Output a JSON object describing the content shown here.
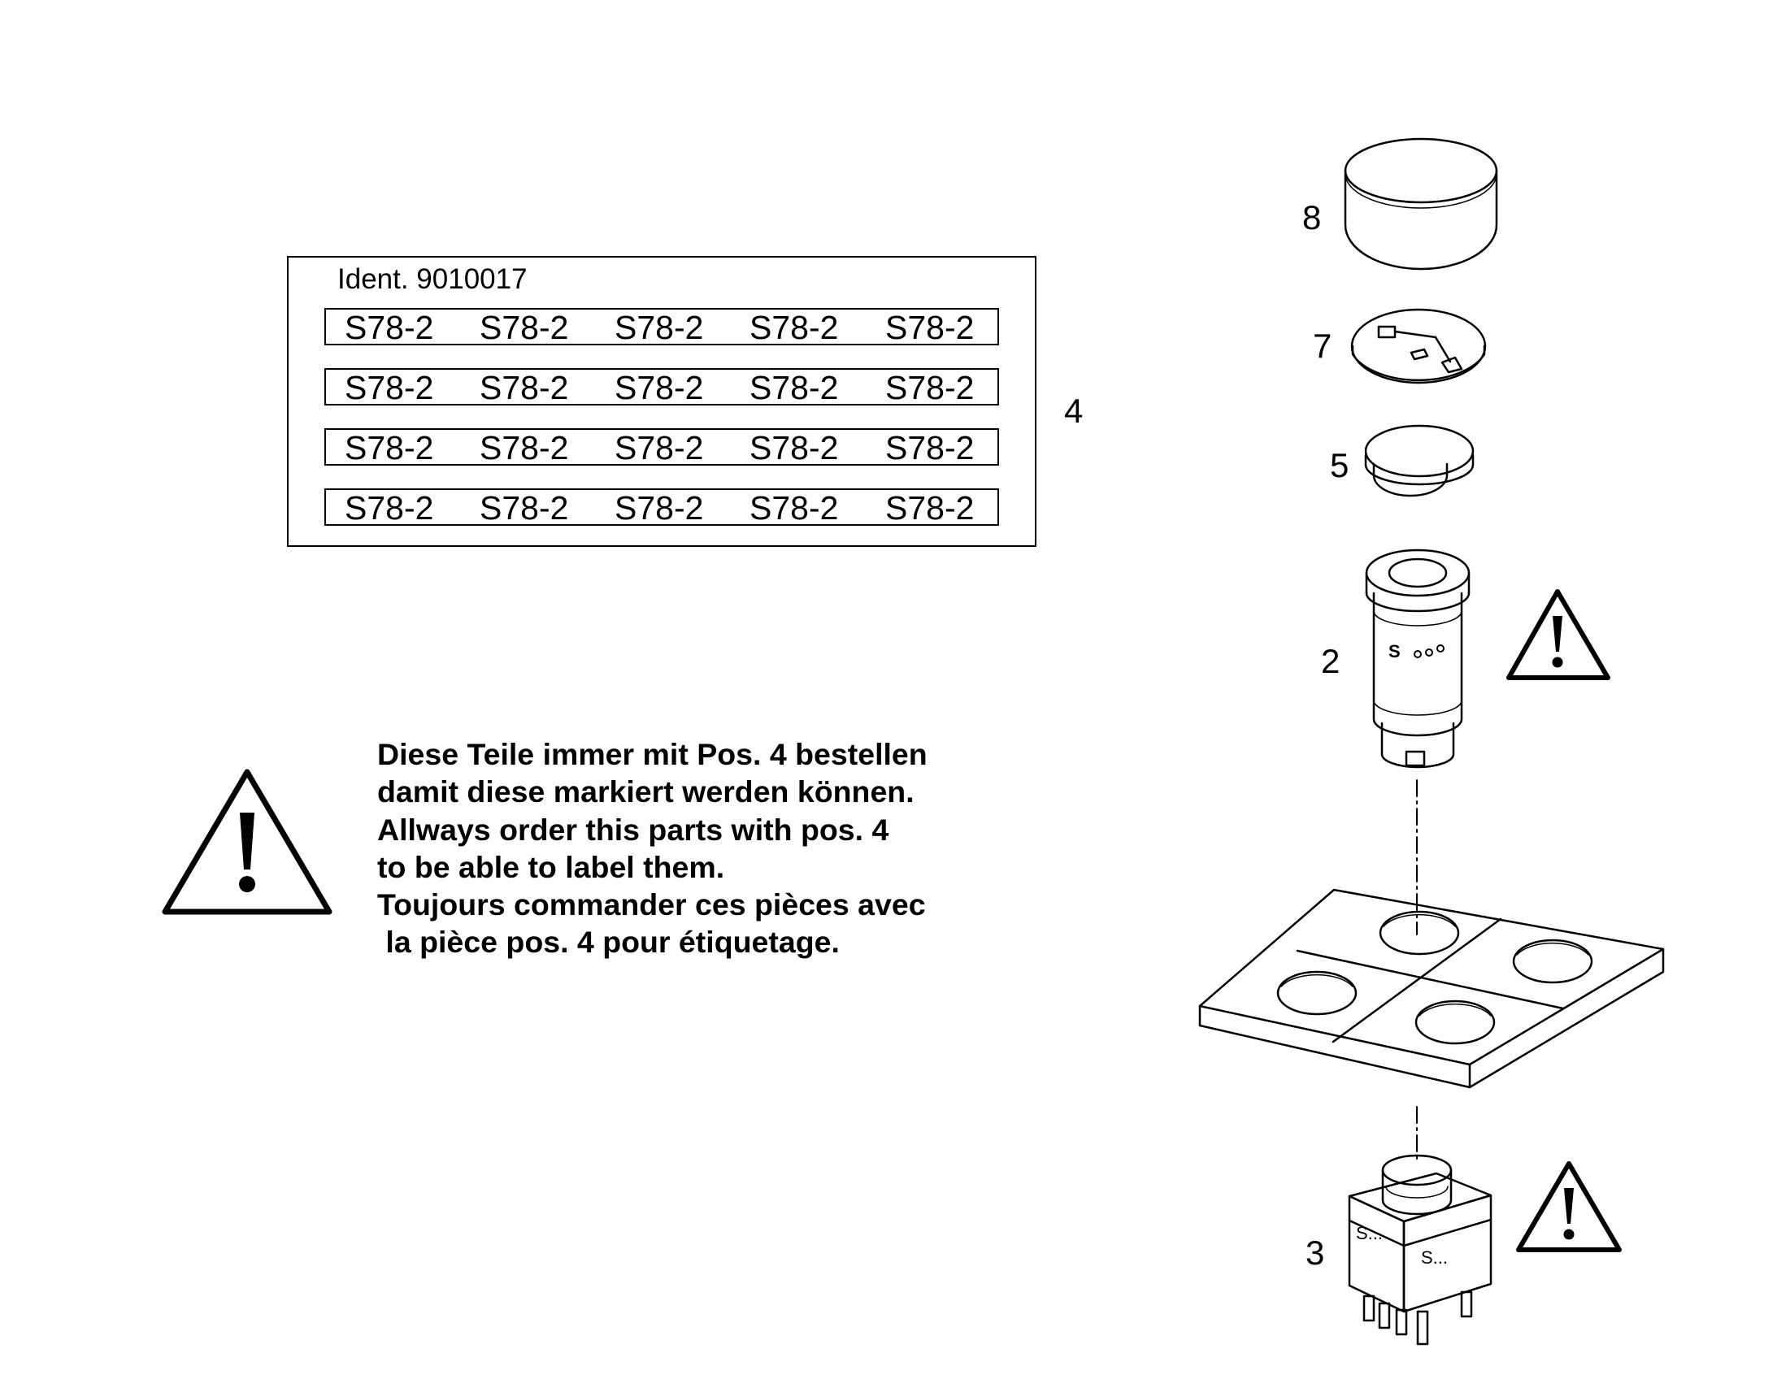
{
  "label_sheet": {
    "ident": "Ident. 9010017",
    "rows": [
      [
        "S78-2",
        "S78-2",
        "S78-2",
        "S78-2",
        "S78-2"
      ],
      [
        "S78-2",
        "S78-2",
        "S78-2",
        "S78-2",
        "S78-2"
      ],
      [
        "S78-2",
        "S78-2",
        "S78-2",
        "S78-2",
        "S78-2"
      ],
      [
        "S78-2",
        "S78-2",
        "S78-2",
        "S78-2",
        "S78-2"
      ]
    ]
  },
  "callouts": {
    "label_sheet": "4",
    "cap": "8",
    "insert": "7",
    "button": "5",
    "actuator": "2",
    "contact_block": "3"
  },
  "notice": {
    "lines": [
      "Diese Teile immer mit Pos. 4 bestellen",
      "damit diese markiert werden können.",
      "Allways order this parts with pos. 4",
      "to be able to label them.",
      "Toujours commander ces pièces avec",
      " la pièce pos. 4 pour étiquetage."
    ]
  },
  "part_marks": {
    "actuator_letter": "S",
    "contact_left": "S...",
    "contact_right": "S..."
  },
  "icons": [
    "warning-triangle-icon",
    "warning-triangle-icon",
    "warning-triangle-icon"
  ]
}
